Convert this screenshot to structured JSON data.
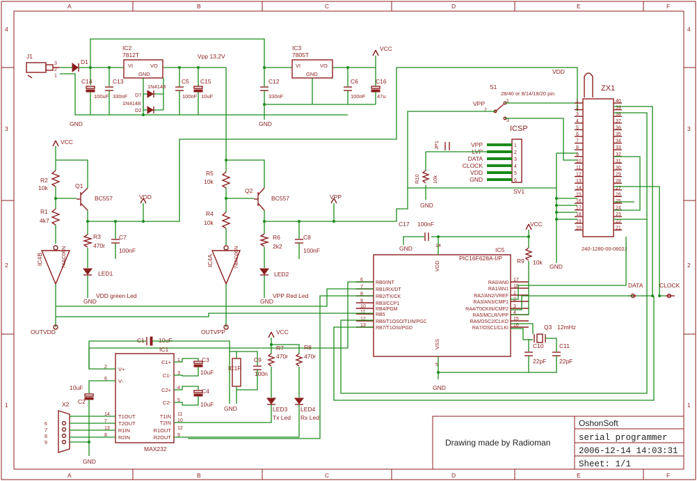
{
  "frame": {
    "columns": [
      "A",
      "B",
      "C",
      "D",
      "E",
      "F"
    ],
    "rows": [
      "4",
      "3",
      "2",
      "1"
    ]
  },
  "components": {
    "j1": "J1",
    "d1": "D1",
    "ic2": {
      "name": "IC2",
      "value": "7812T",
      "vi": "VI",
      "vo": "VO",
      "gnd": "GND"
    },
    "ic3": {
      "name": "IC3",
      "value": "7805T",
      "vi": "VI",
      "vo": "VO",
      "gnd": "GND"
    },
    "c14": {
      "name": "C14",
      "value": "100uF"
    },
    "c13": {
      "name": "C13",
      "value": "330nF"
    },
    "c5": {
      "name": "C5",
      "value": "100nF"
    },
    "c15": {
      "name": "C15",
      "value": "10uF"
    },
    "c12": {
      "name": "C12",
      "value": "330nF"
    },
    "c6": {
      "name": "C6",
      "value": "100nF"
    },
    "c16": {
      "name": "C16",
      "value": "47u"
    },
    "d7": {
      "name": "D7",
      "value": "1N4148"
    },
    "d2": {
      "name": "D2",
      "value": "1N4148"
    },
    "vpp_rail": "Vpp 13,2V",
    "r2": {
      "name": "R2",
      "value": "10k"
    },
    "r1": {
      "name": "R1",
      "value": "4k7"
    },
    "q1": {
      "name": "Q1",
      "value": "BC557"
    },
    "r3": {
      "name": "R3",
      "value": "470r"
    },
    "c7": {
      "name": "C7",
      "value": "100nF"
    },
    "led1": {
      "name": "LED1",
      "desc": "VDD green Led"
    },
    "ic4b": {
      "name": "IC4B",
      "value": "74AC06N"
    },
    "r5": {
      "name": "R5",
      "value": "10k"
    },
    "r4": {
      "name": "R4",
      "value": "10k"
    },
    "q2": {
      "name": "Q2",
      "value": "BC557"
    },
    "r6": {
      "name": "R6",
      "value": "2k2"
    },
    "c8": {
      "name": "C8",
      "value": "100nF"
    },
    "led2": {
      "name": "LED2",
      "desc": "VPP Red Led"
    },
    "ic4a": {
      "name": "IC4A",
      "value": "74AC06N"
    },
    "s1": {
      "name": "S1",
      "desc": "28/40 or 8/14/18/20 pin"
    },
    "zx1": {
      "name": "ZX1",
      "part": "240-1280-00-0602J"
    },
    "icsp": {
      "title": "ICSP",
      "name": "SV1",
      "pins": [
        "VPP",
        "LVP",
        "DATA",
        "CLOCK",
        "VDD",
        "GND"
      ]
    },
    "jp1": "JP1",
    "r10": {
      "name": "R10",
      "value": "10k"
    },
    "c17": {
      "name": "C17",
      "value": "100nF"
    },
    "ic5": {
      "name": "IC5",
      "value": "PIC16F628A-I/P",
      "left_pins": [
        "RB0/INT",
        "RB1/RX/DT",
        "RB2/TX/CK",
        "RB3/CCP1",
        "RB4/PGM",
        "RB5",
        "RB6/T1OSO/T1IN/PGC",
        "RB7/T1OSI/PGD"
      ],
      "left_nums": [
        "6",
        "7",
        "8",
        "9",
        "10",
        "11",
        "12",
        "13"
      ],
      "right_pins": [
        "RA0/AN0",
        "RA1/AN1",
        "RA2/AN2/VREF",
        "RA3/AN3/CMP1",
        "RA4/T0CKIN/CMP2",
        "RA5/MCLR/VPP",
        "RA6/OSC2/CLKO",
        "RA7/OSC1/CLKI"
      ],
      "right_nums": [
        "17",
        "18",
        "1",
        "2",
        "3",
        "4",
        "15",
        "16"
      ],
      "vdd": "VDD",
      "vss": "VSS",
      "pin14": "14",
      "pin5": "5"
    },
    "r9": {
      "name": "R9",
      "value": "10k"
    },
    "q3": {
      "name": "Q3",
      "value": "12mHz"
    },
    "c10": {
      "name": "C10",
      "value": "22pF"
    },
    "c11": {
      "name": "C11",
      "value": "22pF"
    },
    "c1": {
      "name": "C1",
      "value": "10uF"
    },
    "c2": {
      "name": "C2",
      "value": "10uF"
    },
    "c3": {
      "name": "C3",
      "value": "10uF"
    },
    "c4": {
      "name": "C4",
      "value": "10uF"
    },
    "c9": {
      "name": "C9",
      "value": "100n"
    },
    "ic1p": "IC1P",
    "ic1": {
      "name": "IC1",
      "value": "MAX232",
      "left": [
        "V+",
        "V-",
        "T1OUT",
        "T2OUT",
        "R1IN",
        "R2IN"
      ],
      "left_nums": [
        "2",
        "6",
        "14",
        "7",
        "13",
        "8"
      ],
      "right": [
        "C1+",
        "C1-",
        "C2+",
        "C2-",
        "T1IN",
        "T2IN",
        "R1OUT",
        "R2OUT"
      ],
      "right_nums": [
        "1",
        "3",
        "4",
        "5",
        "11",
        "10",
        "12",
        "9"
      ]
    },
    "x2": "X2",
    "r7": {
      "name": "R7",
      "value": "470r"
    },
    "r8": {
      "name": "R8",
      "value": "470r"
    },
    "led3": {
      "name": "LED3",
      "desc": "Tx Led"
    },
    "led4": {
      "name": "LED4",
      "desc": "Rx Led"
    }
  },
  "nets": {
    "vcc": "VCC",
    "vdd": "VDD",
    "vpp": "VPP",
    "gnd": "GND",
    "outvdd": "OUTVDD",
    "outvpp": "OUTVPP",
    "data": "DATA",
    "clock": "CLOCK"
  },
  "title_block": {
    "company": "OshonSoft",
    "credit": "Drawing made by Radioman",
    "project": "serial programmer",
    "timestamp": "2006-12-14 14:03:31",
    "sheet": "Sheet: 1/1"
  }
}
